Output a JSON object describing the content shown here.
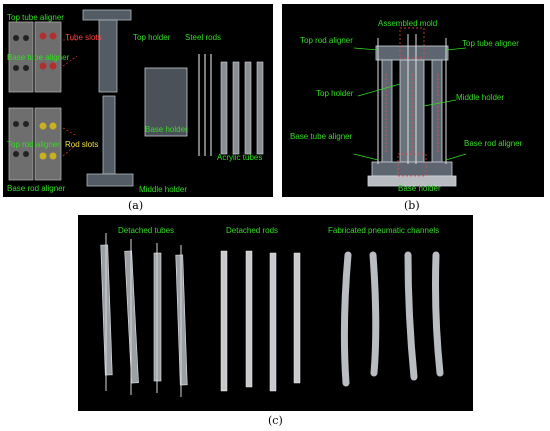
{
  "figure": {
    "panels": [
      {
        "id": "a",
        "caption": "(a)",
        "labels": {
          "top_tube_aligner": "Top tube aligner",
          "tube_slots": "Tube slots",
          "top_holder": "Top holder",
          "steel_rods": "Steel rods",
          "base_tube_aligner": "Base tube aligner",
          "base_holder": "Base holder",
          "top_rod_aligner": "Top rod aligner",
          "rod_slots": "Rod slots",
          "acrylic_tubes": "Acrylic tubes",
          "base_rod_aligner": "Base rod aligner",
          "middle_holder": "Middle holder"
        }
      },
      {
        "id": "b",
        "caption": "(b)",
        "labels": {
          "assembled_mold": "Assembled mold",
          "top_rod_aligner": "Top rod aligner",
          "top_tube_aligner": "Top tube aligner",
          "top_holder": "Top holder",
          "middle_holder": "Middle holder",
          "base_tube_aligner": "Base tube aligner",
          "base_rod_aligner": "Base rod aligner",
          "base_holder": "Base holder"
        }
      },
      {
        "id": "c",
        "caption": "(c)",
        "labels": {
          "detached_tubes": "Detached tubes",
          "detached_rods": "Detached rods",
          "fabricated_channels": "Fabricated pneumatic channels"
        }
      }
    ]
  },
  "colors": {
    "label_green": "#33dd22",
    "label_red": "#ff4444",
    "label_yellow": "#f0e040",
    "background": "#000000"
  }
}
